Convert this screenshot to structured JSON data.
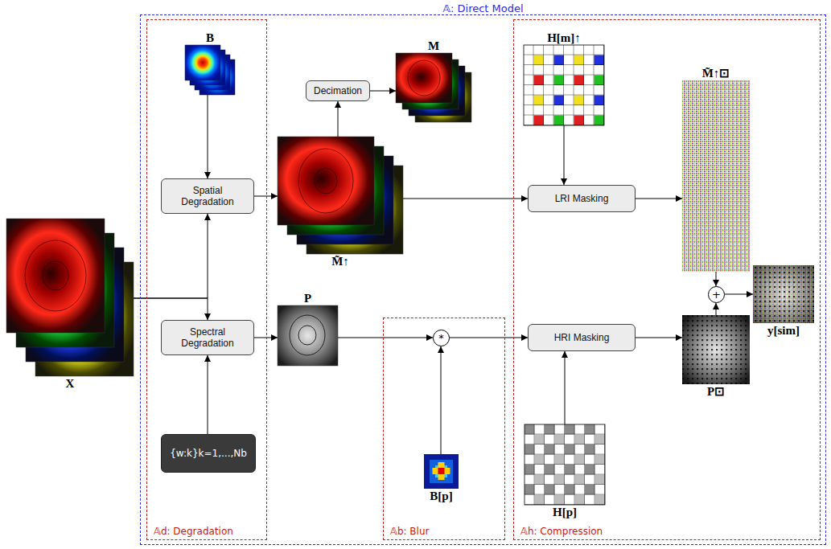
{
  "diagram": {
    "nodes": [
      {
        "text": [
          "𝔸: Direct Model"
        ]
      },
      {
        "text": [
          "𝔸d: Degradation"
        ],
        "in": 0
      },
      {
        "text": [
          "𝔸b: Blur"
        ],
        "in": 0
      },
      {
        "text": [
          "𝔸h: Compression"
        ],
        "in": 0
      },
      {
        "text": [
          "X"
        ]
      },
      {
        "text": [
          "B"
        ],
        "in": 1
      },
      {
        "text": [
          "Spatial Degradation"
        ],
        "in": 1
      },
      {
        "text": [
          "Spectral Degradation"
        ],
        "in": 1
      },
      {
        "text": [
          "{w:k}k=1,...,Nb"
        ],
        "in": 1
      },
      {
        "text": [
          "Decimation"
        ],
        "in": 0
      },
      {
        "text": [
          "M"
        ],
        "in": 0
      },
      {
        "text": [
          "M̃↑"
        ],
        "in": 0
      },
      {
        "text": [
          "P"
        ],
        "in": 0
      },
      {
        "text": [
          "*"
        ],
        "in": 2
      },
      {
        "text": [
          "B[p]"
        ],
        "in": 2
      },
      {
        "text": [
          "H[m]↑"
        ],
        "in": 3
      },
      {
        "text": [
          "LRI Masking"
        ],
        "in": 3
      },
      {
        "text": [
          "M̃↑⊡"
        ],
        "in": 3
      },
      {
        "text": [
          "+"
        ],
        "in": 3
      },
      {
        "text": [
          "HRI Masking"
        ],
        "in": 3
      },
      {
        "text": [
          "P⊡"
        ],
        "in": 3
      },
      {
        "text": [
          "H[p]"
        ],
        "in": 3
      },
      {
        "text": [
          "y[sim]"
        ],
        "in": 3
      }
    ],
    "edges": [
      {
        "from": 4,
        "to": 6,
        "arrow": "to"
      },
      {
        "from": 4,
        "to": 7,
        "arrow": "to"
      },
      {
        "from": 5,
        "to": 6,
        "arrow": "to"
      },
      {
        "from": 6,
        "to": 11,
        "arrow": "to"
      },
      {
        "from": 11,
        "to": 9,
        "arrow": "to"
      },
      {
        "from": 9,
        "to": 10,
        "arrow": "to"
      },
      {
        "from": 11,
        "to": 16,
        "arrow": "to"
      },
      {
        "from": 15,
        "to": 16,
        "arrow": "to"
      },
      {
        "from": 16,
        "to": 17,
        "arrow": "to"
      },
      {
        "from": 17,
        "to": 18,
        "arrow": "to"
      },
      {
        "from": 18,
        "to": 22,
        "arrow": "to"
      },
      {
        "from": 20,
        "to": 18,
        "arrow": "to"
      },
      {
        "from": 8,
        "to": 7,
        "arrow": "to"
      },
      {
        "from": 7,
        "to": 12,
        "arrow": "to"
      },
      {
        "from": 12,
        "to": 13,
        "arrow": "to"
      },
      {
        "from": 14,
        "to": 13,
        "arrow": "to"
      },
      {
        "from": 13,
        "to": 19,
        "arrow": "to"
      },
      {
        "from": 21,
        "to": 19,
        "arrow": "to"
      },
      {
        "from": 19,
        "to": 20,
        "arrow": "to"
      }
    ]
  }
}
